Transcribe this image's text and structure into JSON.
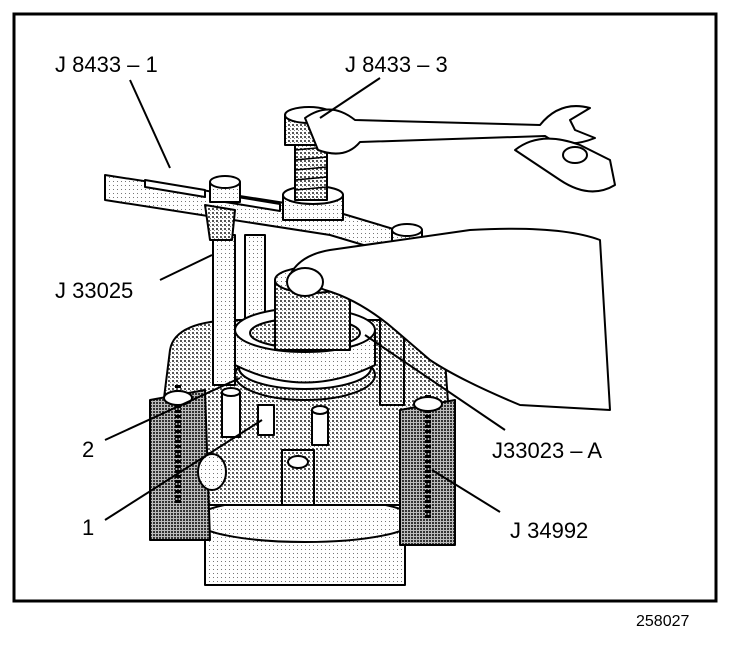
{
  "labels": {
    "j8433_1": "J 8433 – 1",
    "j8433_3": "J 8433 – 3",
    "j33025": "J 33025",
    "j33023a": "J33023 – A",
    "j34992": "J 34992",
    "callout_2": "2",
    "callout_1": "1"
  },
  "figure_number": "258027",
  "colors": {
    "ink": "#000000",
    "shade": "#9a9a9a",
    "light_shade": "#c8c8c8",
    "paper": "#ffffff"
  }
}
